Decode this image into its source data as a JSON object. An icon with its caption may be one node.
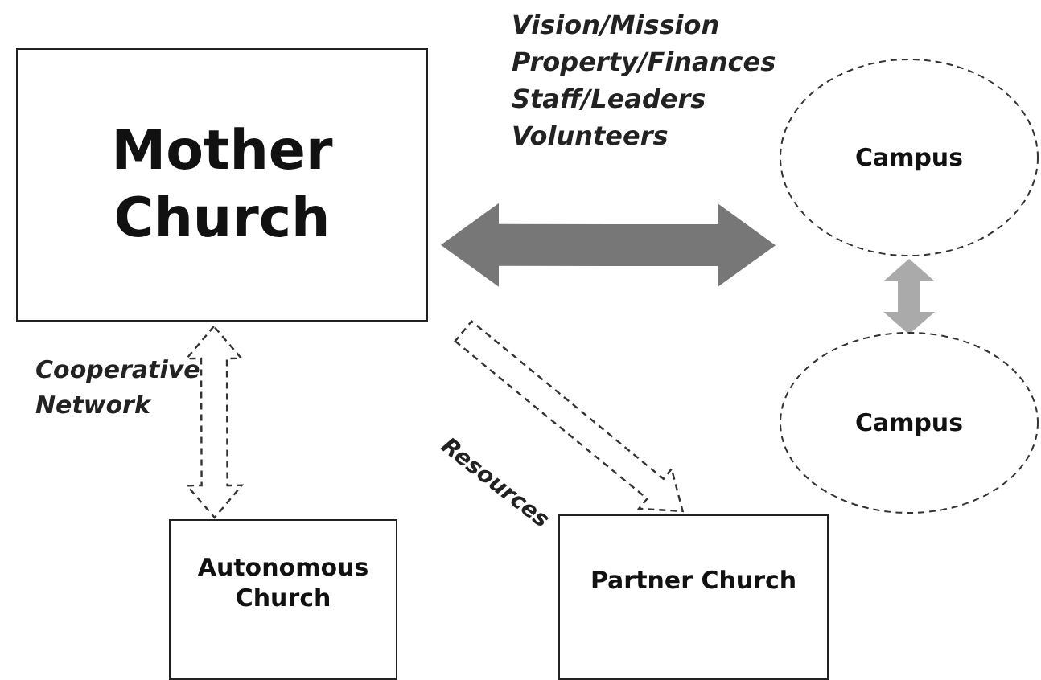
{
  "diagram": {
    "nodes": [
      {
        "text": [
          "Mother Church"
        ]
      },
      {
        "text": [
          "Campus"
        ]
      },
      {
        "text": [
          "Campus"
        ]
      },
      {
        "text": [
          "Autonomous Church"
        ]
      },
      {
        "text": [
          "Partner Church"
        ]
      }
    ],
    "edges": [
      {
        "from": 0,
        "to": 1,
        "arrow": "both",
        "color": "#777777"
      },
      {
        "from": 1,
        "to": 2,
        "arrow": "both",
        "color": "#aaaaaa"
      },
      {
        "from": 0,
        "to": 3,
        "arrow": "both",
        "style": "dashed",
        "label": "Cooperative Network"
      },
      {
        "from": 0,
        "to": 4,
        "arrow": "to",
        "style": "dashed",
        "label": "Resources"
      }
    ],
    "labels": [
      "Vision/Mission",
      "Property/Finances",
      "Staff/Leaders",
      "Volunteers"
    ]
  }
}
